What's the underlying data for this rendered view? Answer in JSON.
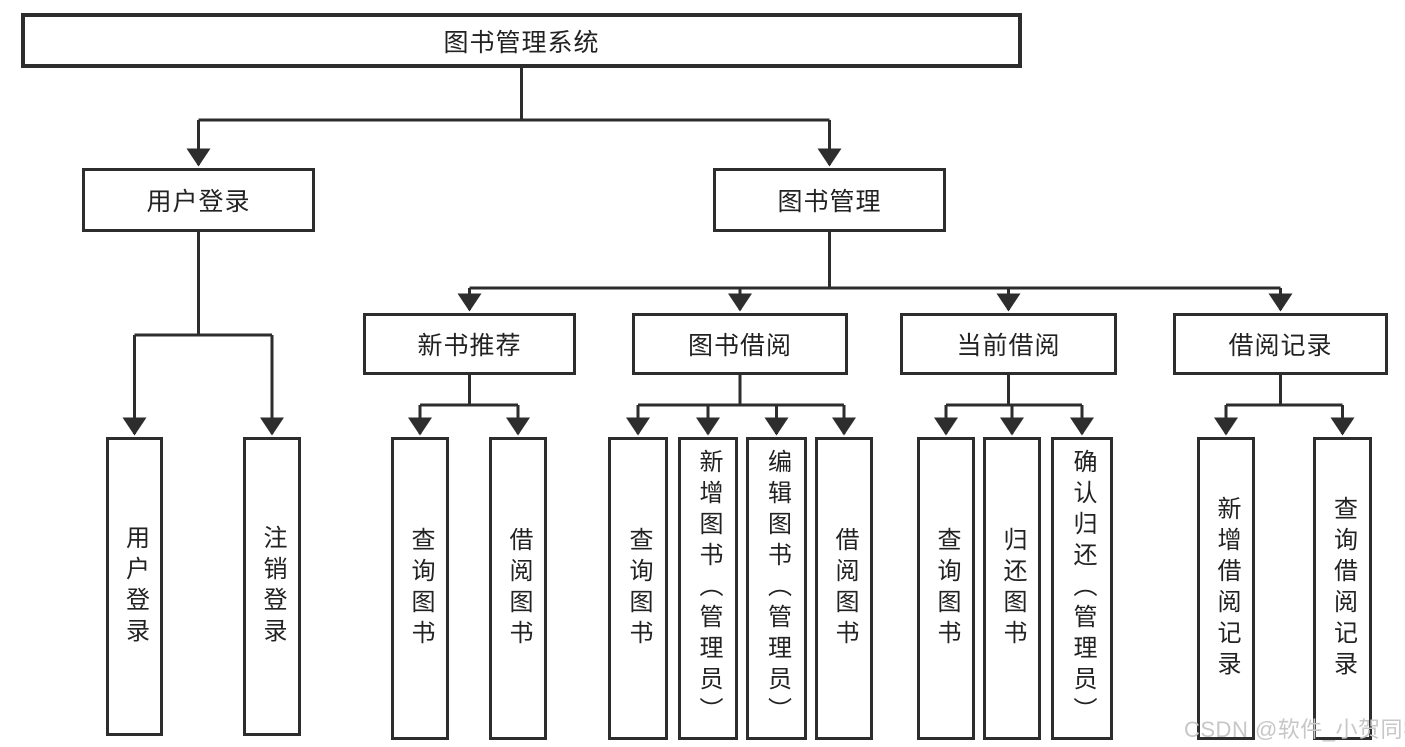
{
  "diagram": {
    "root": {
      "label": "图书管理系统"
    },
    "login": {
      "label": "用户登录",
      "children": [
        {
          "label": "用户登录"
        },
        {
          "label": "注销登录"
        }
      ]
    },
    "management": {
      "label": "图书管理",
      "sections": [
        {
          "label": "新书推荐",
          "children": [
            {
              "label": "查询图书"
            },
            {
              "label": "借阅图书"
            }
          ]
        },
        {
          "label": "图书借阅",
          "children": [
            {
              "label": "查询图书"
            },
            {
              "label": "新增图书（管理员）"
            },
            {
              "label": "编辑图书（管理员）"
            },
            {
              "label": "借阅图书"
            }
          ]
        },
        {
          "label": "当前借阅",
          "children": [
            {
              "label": "查询图书"
            },
            {
              "label": "归还图书"
            },
            {
              "label": "确认归还（管理员）"
            }
          ]
        },
        {
          "label": "借阅记录",
          "children": [
            {
              "label": "新增借阅记录"
            },
            {
              "label": "查询借阅记录"
            }
          ]
        }
      ]
    }
  },
  "watermark": {
    "text": "CSDN @软件_小贺同学"
  },
  "colors": {
    "line": "#2d2d2d",
    "box_border": "#2d2d2d",
    "text": "#222222",
    "watermark": "#c7c7c7",
    "background": "#ffffff"
  }
}
